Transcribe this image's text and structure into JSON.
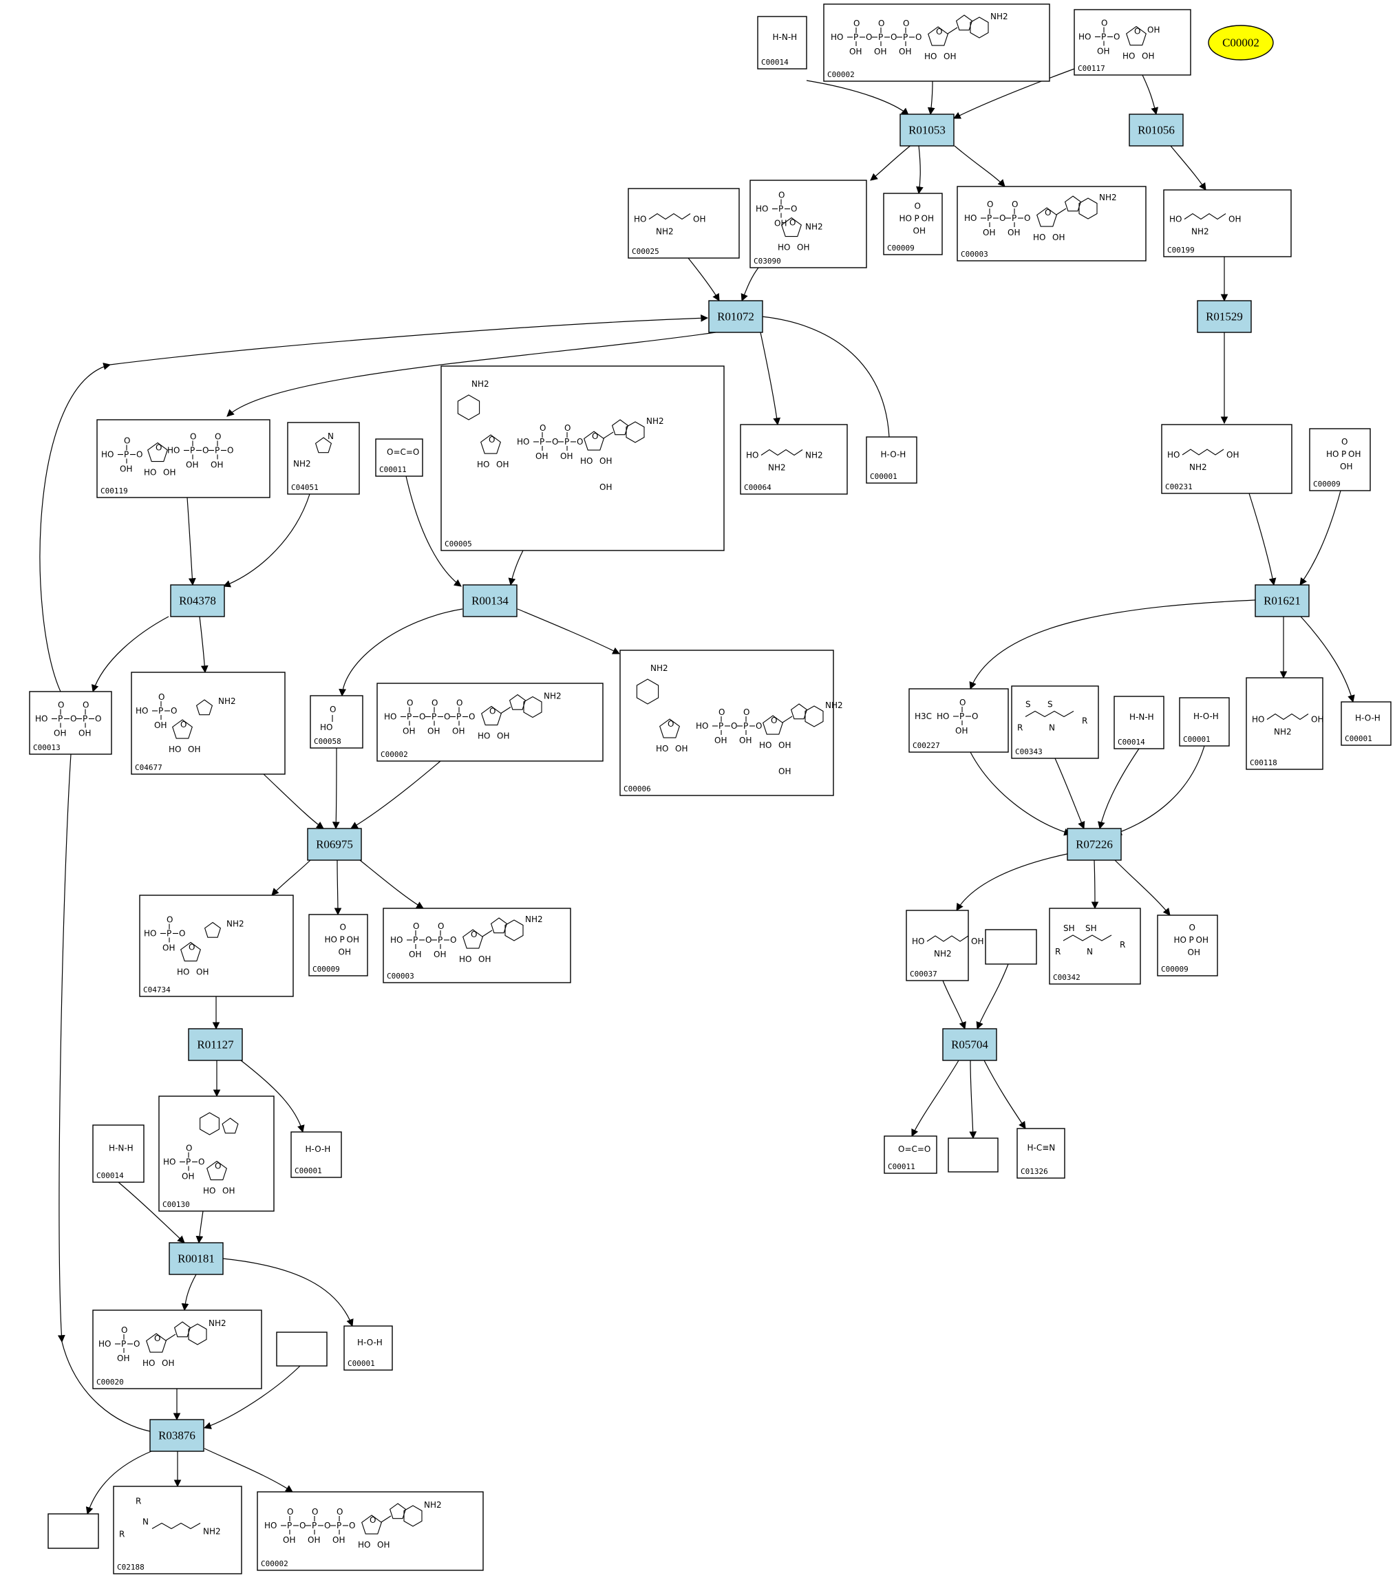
{
  "highlighted": {
    "label": "C00002",
    "color": "#ffff00"
  },
  "colors": {
    "reaction_fill": "#add8e6",
    "compound_fill": "#ffffff",
    "edge": "#000000"
  },
  "reactions": [
    "R01053",
    "R01056",
    "R01072",
    "R01529",
    "R04378",
    "R00134",
    "R01621",
    "R06975",
    "R07226",
    "R01127",
    "R05704",
    "R00181",
    "R03876"
  ],
  "compounds": [
    "C00014",
    "C00002",
    "C00117",
    "C00009",
    "C00003",
    "C00025",
    "C03090",
    "C00199",
    "C00119",
    "C04051",
    "C00011",
    "C00005",
    "C00064",
    "C00001",
    "C00231",
    "C00009",
    "C00013",
    "C04677",
    "C00058",
    "C00002",
    "C00006",
    "C00227",
    "C00343",
    "C00014",
    "C00001",
    "C00118",
    "C00001",
    "C04734",
    "C00009",
    "C00003",
    "C00037",
    "C00342",
    "C00009",
    "C00130",
    "C00001",
    "C00014",
    "C00011",
    "C01326",
    "C00020",
    "C00001",
    "C02188",
    "C00002"
  ],
  "atom_labels": {
    "nh3": "H-N-H",
    "water": "H-O-H",
    "co2": "O=C=O",
    "nh2": "NH2",
    "oh": "OH",
    "ho": "HO",
    "p": "P",
    "o": "O",
    "n": "N",
    "h": "H",
    "r": "R",
    "sh": "SH",
    "s": "S",
    "hcn": "H-C≡N",
    "h3c": "H3C"
  }
}
